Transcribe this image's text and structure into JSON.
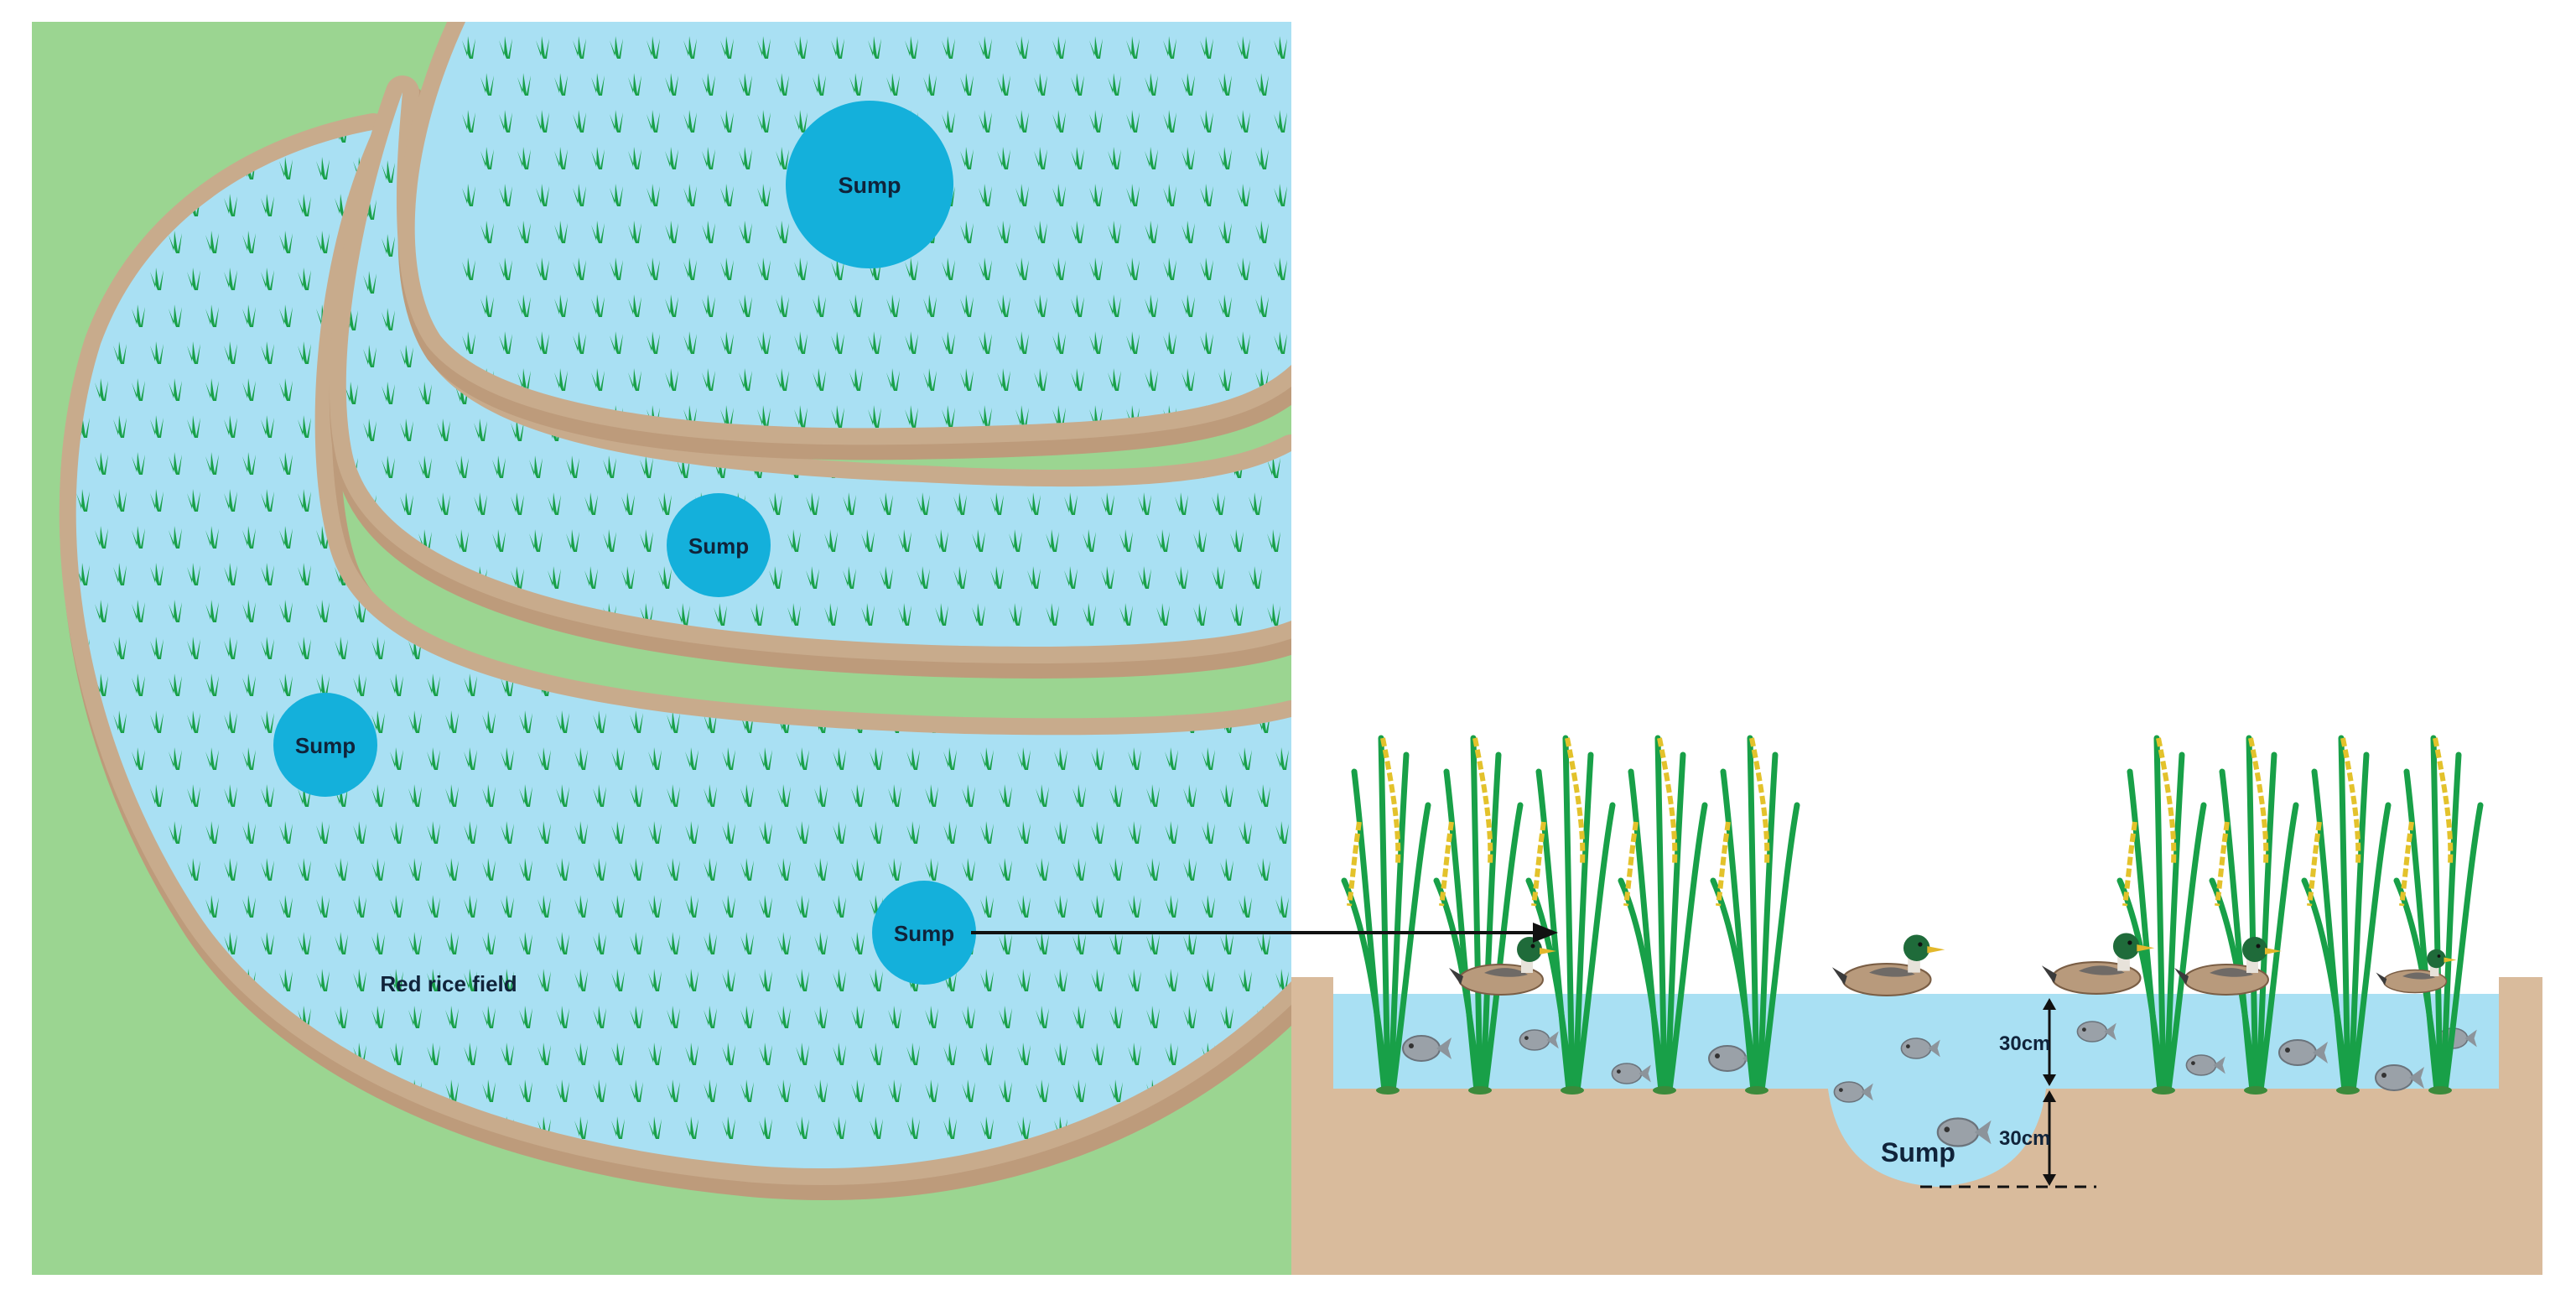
{
  "plan_view": {
    "sump_labels": [
      "Sump",
      "Sump",
      "Sump",
      "Sump"
    ],
    "field_label": "Red rice field"
  },
  "cross_section": {
    "sump_label": "Sump",
    "water_depth_label": "30cm",
    "sump_depth_label": "30cm"
  },
  "colors": {
    "grass": "#9bd591",
    "water": "#a9e0f3",
    "sump": "#14b0db",
    "bank": "#c8ab8c",
    "soil": "#d9bb9c",
    "rice": "#18a048",
    "grain": "#e3c22b"
  }
}
